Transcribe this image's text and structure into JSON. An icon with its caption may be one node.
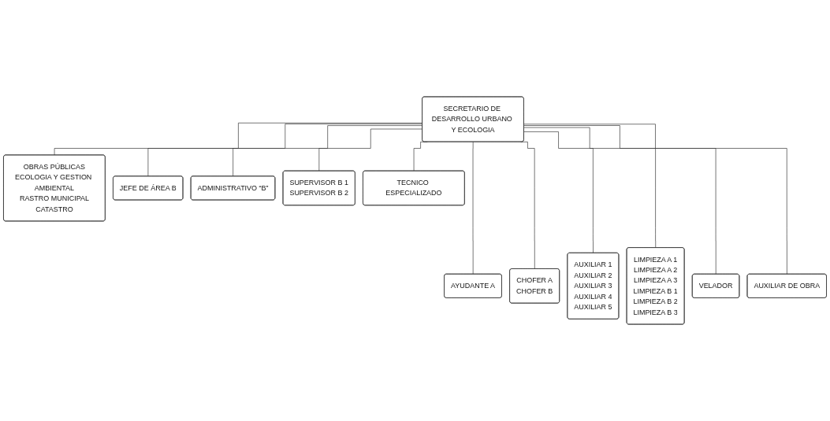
{
  "diagram": {
    "nodes": [
      {
        "text": [
          "SECRETARIO DE DESARROLLO URBANO Y ECOLOGIA"
        ]
      },
      {
        "text": [
          "OBRAS PÚBLICAS",
          "ECOLOGIA Y GESTION AMBIENTAL",
          "RASTRO MUNICIPAL",
          "CATASTRO"
        ]
      },
      {
        "text": [
          "JEFE DE ÁREA B"
        ]
      },
      {
        "text": [
          "ADMINISTRATIVO “B”"
        ]
      },
      {
        "text": [
          "SUPERVISOR B 1",
          "SUPERVISOR B 2"
        ]
      },
      {
        "text": [
          "TECNICO ESPECIALIZADO"
        ]
      },
      {
        "text": [
          "AYUDANTE A"
        ]
      },
      {
        "text": [
          "CHOFER A",
          "CHOFER B"
        ]
      },
      {
        "text": [
          "AUXILIAR 1",
          "AUXILIAR 2",
          "AUXILIAR 3",
          "AUXILIAR 4",
          "AUXILIAR 5"
        ]
      },
      {
        "text": [
          "LIMPIEZA A 1",
          "LIMPIEZA A 2",
          "LIMPIEZA A 3",
          "LIMPIEZA B 1",
          "LIMPIEZA B 2",
          "LIMPIEZA B 3"
        ]
      },
      {
        "text": [
          "VELADOR"
        ]
      },
      {
        "text": [
          "AUXILIAR DE OBRA"
        ]
      }
    ],
    "edges": [
      {
        "from": 0,
        "to": 1,
        "arrow": "none"
      },
      {
        "from": 0,
        "to": 2,
        "arrow": "none"
      },
      {
        "from": 0,
        "to": 3,
        "arrow": "none"
      },
      {
        "from": 0,
        "to": 4,
        "arrow": "none"
      },
      {
        "from": 0,
        "to": 5,
        "arrow": "none"
      },
      {
        "from": 0,
        "to": 6,
        "arrow": "none"
      },
      {
        "from": 0,
        "to": 7,
        "arrow": "none"
      },
      {
        "from": 0,
        "to": 8,
        "arrow": "none"
      },
      {
        "from": 0,
        "to": 9,
        "arrow": "none"
      },
      {
        "from": 0,
        "to": 10,
        "arrow": "none"
      },
      {
        "from": 0,
        "to": 11,
        "arrow": "none"
      }
    ]
  }
}
